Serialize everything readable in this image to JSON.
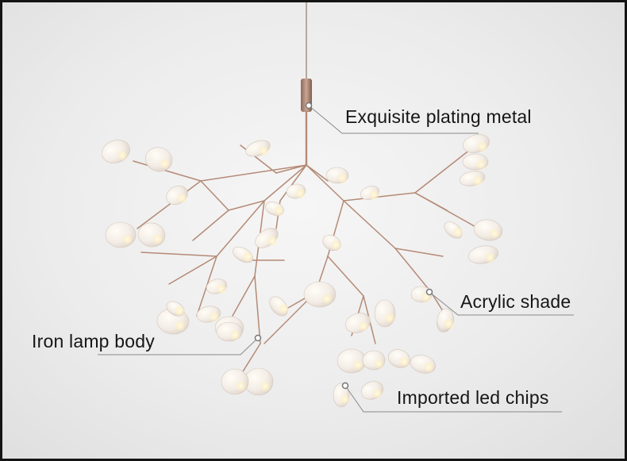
{
  "callouts": {
    "plating": "Exquisite plating metal",
    "acrylic": "Acrylic shade",
    "iron": "Iron lamp body",
    "led": "Imported led chips"
  },
  "colors": {
    "background": "#ececec",
    "branch": "#b58a76",
    "petal": "#ffffff",
    "glow": "#fff1c8",
    "leader": "#8a8a8a"
  }
}
